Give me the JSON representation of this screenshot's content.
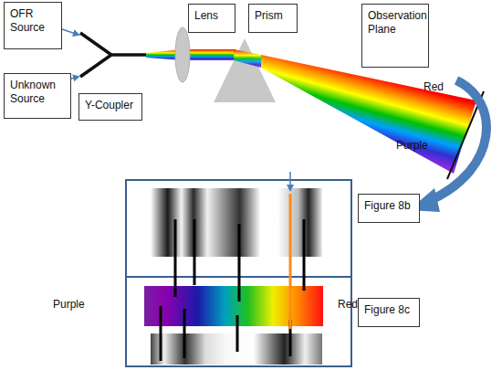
{
  "diagram": {
    "nodes": [
      {
        "text": [
          "OFR Source"
        ]
      },
      {
        "text": [
          "Unknown Source"
        ]
      },
      {
        "text": [
          "Y-Coupler"
        ]
      },
      {
        "text": [
          "Lens"
        ]
      },
      {
        "text": [
          "Prism"
        ]
      },
      {
        "text": [
          "Observation Plane"
        ]
      },
      {
        "text": [
          "Figure 8b"
        ]
      },
      {
        "text": [
          "Figure 8c"
        ]
      }
    ],
    "labels": [
      "Red",
      "Purple",
      "Purple",
      "Red"
    ]
  }
}
